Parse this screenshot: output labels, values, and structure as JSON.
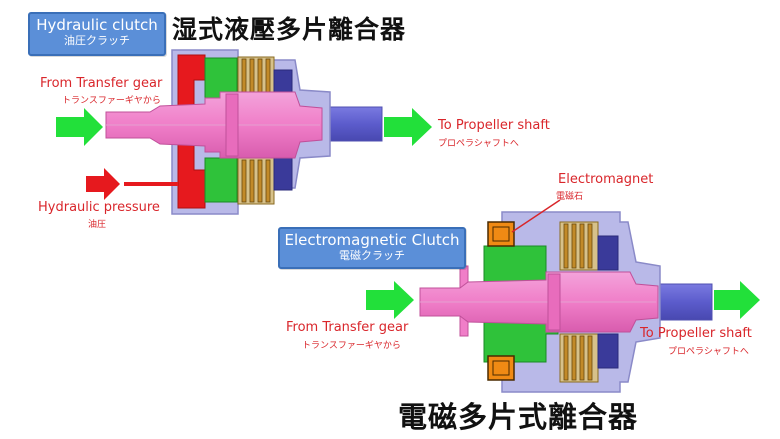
{
  "top_diagram": {
    "badge_en": "Hydraulic clutch",
    "badge_jp": "油圧クラッチ",
    "title": "湿式液壓多片離合器",
    "input_en": "From Transfer gear",
    "input_jp": "トランスファーギヤから",
    "output_en": "To Propeller shaft",
    "output_jp": "プロペラシャフトへ",
    "pressure_en": "Hydraulic pressure",
    "pressure_jp": "油圧"
  },
  "bottom_diagram": {
    "badge_en": "Electromagnetic Clutch",
    "badge_jp": "電磁クラッチ",
    "title": "電磁多片式離合器",
    "magnet_en": "Electromagnet",
    "magnet_jp": "電磁石",
    "input_en": "From Transfer gear",
    "input_jp": "トランスファーギヤから",
    "output_en": "To Propeller shaft",
    "output_jp": "プロペラシャフトへ"
  },
  "colors": {
    "arrow_green": "#22e03a",
    "arrow_red": "#e6191e",
    "housing": "#b9b9e8",
    "shaft": "#f07ec8",
    "hub_green": "#2fc23a",
    "plates": "#c28a28",
    "output_shaft": "#5c5ccc",
    "label_red": "#d9262b",
    "badge_blue": "#5b8fd8"
  }
}
